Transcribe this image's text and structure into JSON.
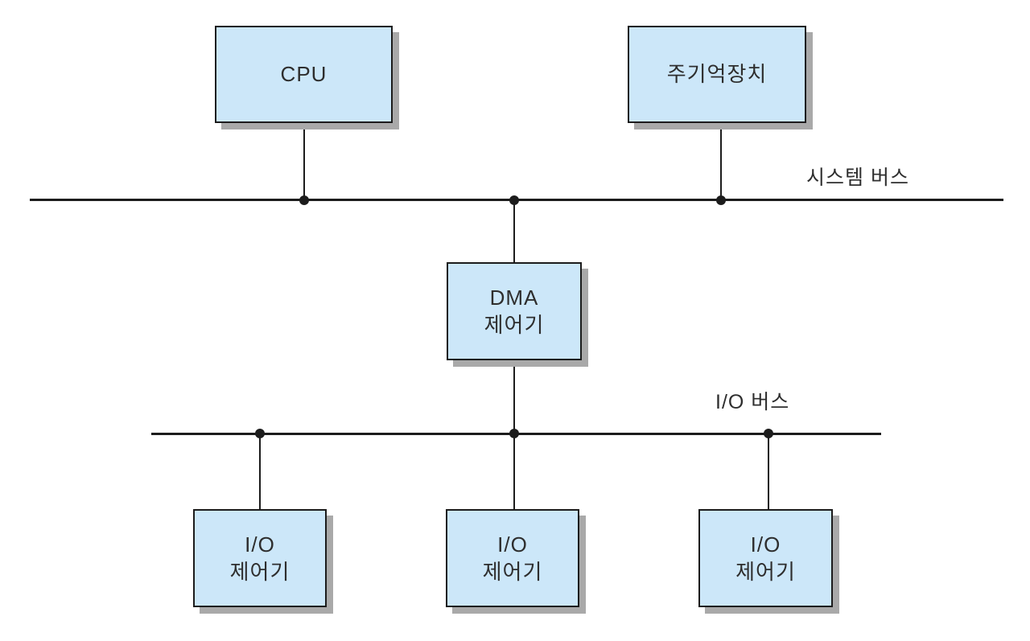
{
  "diagram": {
    "title_hint": "DMA controller bus configuration diagram",
    "boxes": {
      "cpu": {
        "line1": "CPU"
      },
      "memory": {
        "line1": "주기억장치"
      },
      "dma": {
        "line1": "DMA",
        "line2": "제어기"
      },
      "io_left": {
        "line1": "I/O",
        "line2": "제어기"
      },
      "io_mid": {
        "line1": "I/O",
        "line2": "제어기"
      },
      "io_right": {
        "line1": "I/O",
        "line2": "제어기"
      }
    },
    "bus_labels": {
      "system_bus": "시스템 버스",
      "io_bus": "I/O 버스"
    },
    "connections": [
      {
        "from": "cpu",
        "to": "system-bus"
      },
      {
        "from": "memory",
        "to": "system-bus"
      },
      {
        "from": "dma",
        "to": "system-bus"
      },
      {
        "from": "dma",
        "to": "io-bus"
      },
      {
        "from": "io_left",
        "to": "io-bus"
      },
      {
        "from": "io_mid",
        "to": "io-bus"
      },
      {
        "from": "io_right",
        "to": "io-bus"
      }
    ],
    "colors": {
      "box_fill": "#cce7f9",
      "box_border": "#1c1c1c",
      "box_shadow": "#a9a9a9",
      "line": "#1c1c1c",
      "text": "#2e2e2e",
      "background": "#ffffff"
    }
  }
}
